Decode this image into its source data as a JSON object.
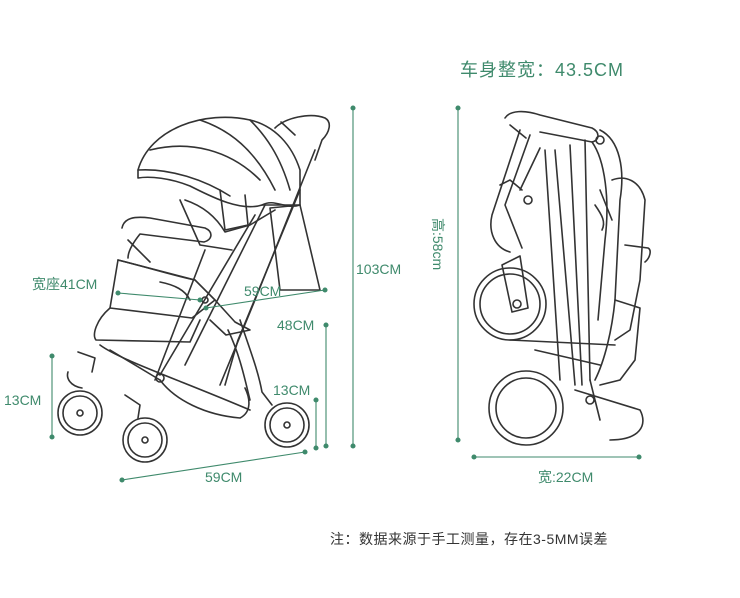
{
  "title": "车身整宽：43.5CM",
  "dimensions": {
    "seat_width": "宽座41CM",
    "seat_depth": "59CM",
    "seat_height": "48CM",
    "total_height": "103CM",
    "front_wheel_height": "13CM",
    "rear_wheel_height": "13CM",
    "wheelbase": "59CM",
    "folded_height": "高:58cm",
    "folded_width": "宽:22CM"
  },
  "note": "注：数据来源于手工测量，存在3-5MM误差",
  "colors": {
    "dimension": "#3f8a6c",
    "drawing": "#333333",
    "note": "#333333"
  }
}
